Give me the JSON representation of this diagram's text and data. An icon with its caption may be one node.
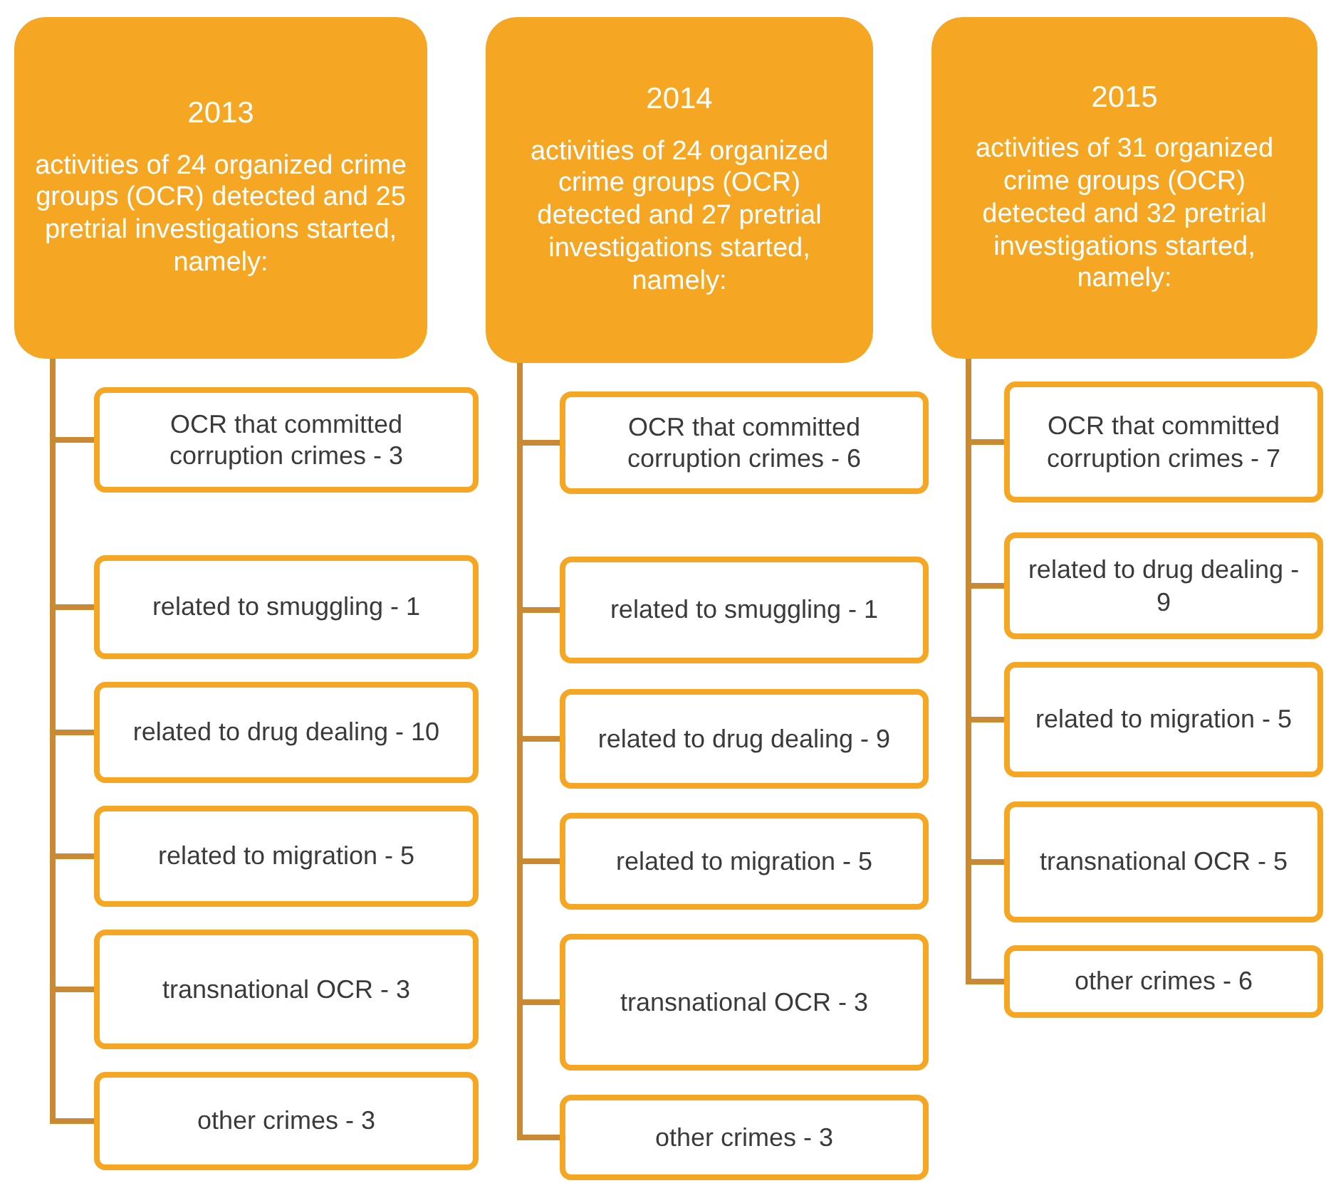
{
  "diagram": {
    "nodes": [
      {
        "text": [
          "2013",
          "activities of 24 organized crime groups (OCR) detected and 25 pretrial investigations started, namely:"
        ]
      },
      {
        "text": [
          "OCR that committed corruption crimes - 3"
        ]
      },
      {
        "text": [
          "related to smuggling - 1"
        ]
      },
      {
        "text": [
          "related to drug dealing - 10"
        ]
      },
      {
        "text": [
          "related to migration - 5"
        ]
      },
      {
        "text": [
          "transnational OCR - 3"
        ]
      },
      {
        "text": [
          "other crimes - 3"
        ]
      },
      {
        "text": [
          "2014",
          "activities of 24 organized crime groups (OCR) detected and 27 pretrial investigations started, namely:"
        ]
      },
      {
        "text": [
          "OCR that committed corruption crimes - 6"
        ]
      },
      {
        "text": [
          "related to smuggling - 1"
        ]
      },
      {
        "text": [
          "related to drug dealing - 9"
        ]
      },
      {
        "text": [
          "related to migration - 5"
        ]
      },
      {
        "text": [
          "transnational OCR - 3"
        ]
      },
      {
        "text": [
          "other crimes - 3"
        ]
      },
      {
        "text": [
          "2015",
          "activities of 31 organized crime groups (OCR) detected and 32 pretrial investigations started, namely:"
        ]
      },
      {
        "text": [
          "OCR that committed corruption crimes - 7"
        ]
      },
      {
        "text": [
          "related to drug dealing - 9"
        ]
      },
      {
        "text": [
          "related to migration - 5"
        ]
      },
      {
        "text": [
          "transnational OCR - 5"
        ]
      },
      {
        "text": [
          "other crimes - 6"
        ]
      }
    ],
    "edges": [
      {
        "from": 0,
        "to": 1,
        "arrow": "none"
      },
      {
        "from": 0,
        "to": 2,
        "arrow": "none"
      },
      {
        "from": 0,
        "to": 3,
        "arrow": "none"
      },
      {
        "from": 0,
        "to": 4,
        "arrow": "none"
      },
      {
        "from": 0,
        "to": 5,
        "arrow": "none"
      },
      {
        "from": 0,
        "to": 6,
        "arrow": "none"
      },
      {
        "from": 7,
        "to": 8,
        "arrow": "none"
      },
      {
        "from": 7,
        "to": 9,
        "arrow": "none"
      },
      {
        "from": 7,
        "to": 10,
        "arrow": "none"
      },
      {
        "from": 7,
        "to": 11,
        "arrow": "none"
      },
      {
        "from": 7,
        "to": 12,
        "arrow": "none"
      },
      {
        "from": 7,
        "to": 13,
        "arrow": "none"
      },
      {
        "from": 14,
        "to": 15,
        "arrow": "none"
      },
      {
        "from": 14,
        "to": 16,
        "arrow": "none"
      },
      {
        "from": 14,
        "to": 17,
        "arrow": "none"
      },
      {
        "from": 14,
        "to": 18,
        "arrow": "none"
      },
      {
        "from": 14,
        "to": 19,
        "arrow": "none"
      }
    ]
  }
}
